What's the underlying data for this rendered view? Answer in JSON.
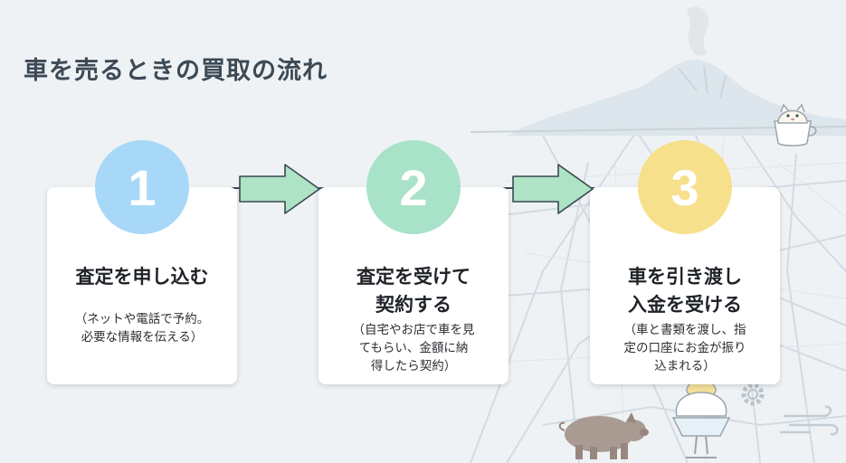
{
  "title": "車を売るときの買取の流れ",
  "colors": {
    "step1_circle": "#a8d8f8",
    "step2_circle": "#a8e2c8",
    "step3_circle": "#f7e08c",
    "arrow_fill": "#aee3c6",
    "arrow_stroke": "#3c4850",
    "background": "#eef2f5"
  },
  "steps": [
    {
      "number": "1",
      "title": "査定を申し込む",
      "description": "（ネットや電話で予約。\n必要な情報を伝える）"
    },
    {
      "number": "2",
      "title": "査定を受けて\n契約する",
      "description": "（自宅やお店で車を見\nてもらい、金額に納\n得したら契約）"
    },
    {
      "number": "3",
      "title": "車を引き渡し\n入金を受ける",
      "description": "（車と書類を渡し、指\n定の口座にお金が振り\n込まれる）"
    }
  ],
  "decorations": [
    "volcano-illustration",
    "city-map-background",
    "cat-in-cup-icon",
    "pig-illustration",
    "shaved-ice-icon",
    "gear-icon",
    "wind-icon"
  ]
}
